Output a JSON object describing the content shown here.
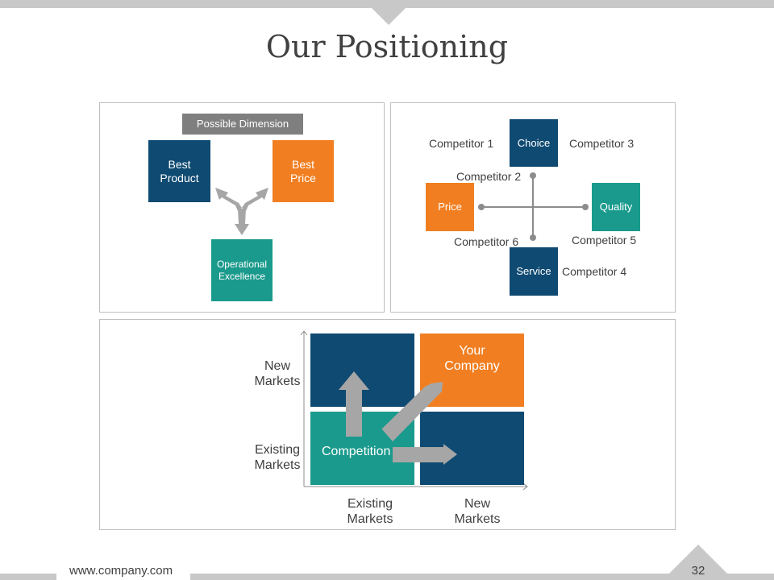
{
  "title": "Our Positioning",
  "footer": {
    "url": "www.company.com",
    "page": "32"
  },
  "panel1": {
    "header": "Possible Dimension",
    "best_product": "Best\nProduct",
    "best_price": "Best\nPrice",
    "operational": "Operational\nExcellence"
  },
  "panel2": {
    "choice": "Choice",
    "price": "Price",
    "quality": "Quality",
    "service": "Service",
    "competitors": [
      "Competitor 1",
      "Competitor 2",
      "Competitor 3",
      "Competitor 4",
      "Competitor 5",
      "Competitor 6"
    ]
  },
  "panel3": {
    "y_new": "New\nMarkets",
    "y_existing": "Existing\nMarkets",
    "x_existing": "Existing\nMarkets",
    "x_new": "New\nMarkets",
    "your_company": "Your\nCompany",
    "competition": "Competition"
  },
  "colors": {
    "navy": "#0f4a72",
    "orange": "#f17f22",
    "teal": "#1a9a8c",
    "grey": "#7f7f7f",
    "arrow": "#a6a6a6"
  }
}
